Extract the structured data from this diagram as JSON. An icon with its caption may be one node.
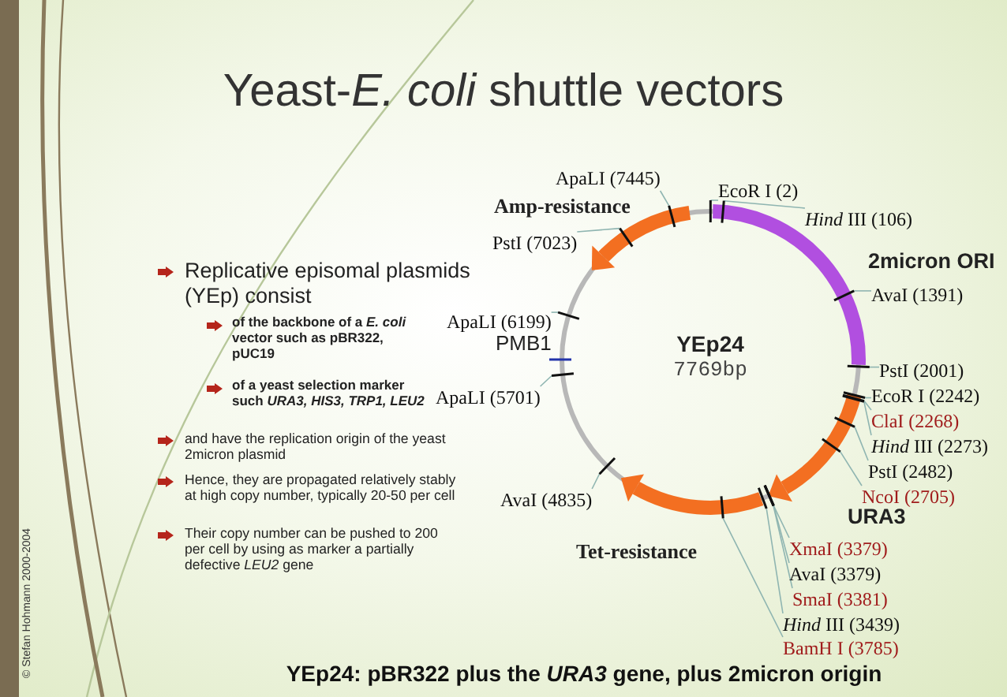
{
  "diagram": {
    "title": "Yeast-*E. coli* shuttle vectors",
    "caption": "YEp24: pBR322 plus the *URA3* gene, plus 2micron origin",
    "nodes": [
      {
        "text": [
          "YEp24",
          "7769bp"
        ]
      },
      {
        "text": [
          "ApaLI (7445)"
        ]
      },
      {
        "text": [
          "EcoR I (2)"
        ]
      },
      {
        "text": [
          "*Hind* III (106)"
        ]
      },
      {
        "text": [
          "PstI (7023)"
        ]
      },
      {
        "text": [
          "AvaI (1391)"
        ]
      },
      {
        "text": [
          "ApaLI (6199)"
        ]
      },
      {
        "text": [
          "PstI (2001)"
        ]
      },
      {
        "text": [
          "ApaLI (5701)"
        ]
      },
      {
        "text": [
          "EcoR I (2242)"
        ]
      },
      {
        "text": [
          "ClaI (2268)"
        ]
      },
      {
        "text": [
          "*Hind* III (2273)"
        ]
      },
      {
        "text": [
          "PstI (2482)"
        ]
      },
      {
        "text": [
          "NcoI (2705)"
        ]
      },
      {
        "text": [
          "AvaI (4835)"
        ]
      },
      {
        "text": [
          "XmaI (3379)"
        ]
      },
      {
        "text": [
          "AvaI (3379)"
        ]
      },
      {
        "text": [
          "SmaI (3381)"
        ]
      },
      {
        "text": [
          "*Hind* III (3439)"
        ]
      },
      {
        "text": [
          "BamH I (3785)"
        ]
      }
    ],
    "edges": [
      {
        "from": 1,
        "to": 0,
        "arrow": "none"
      },
      {
        "from": 2,
        "to": 0,
        "arrow": "none"
      },
      {
        "from": 3,
        "to": 0,
        "arrow": "none"
      },
      {
        "from": 4,
        "to": 0,
        "arrow": "none"
      },
      {
        "from": 5,
        "to": 0,
        "arrow": "none"
      },
      {
        "from": 6,
        "to": 0,
        "arrow": "none"
      },
      {
        "from": 7,
        "to": 0,
        "arrow": "none"
      },
      {
        "from": 8,
        "to": 0,
        "arrow": "none"
      },
      {
        "from": 9,
        "to": 0,
        "arrow": "none"
      },
      {
        "from": 10,
        "to": 0,
        "arrow": "none"
      },
      {
        "from": 11,
        "to": 0,
        "arrow": "none"
      },
      {
        "from": 12,
        "to": 0,
        "arrow": "none"
      },
      {
        "from": 13,
        "to": 0,
        "arrow": "none"
      },
      {
        "from": 14,
        "to": 0,
        "arrow": "none"
      },
      {
        "from": 15,
        "to": 0,
        "arrow": "none"
      },
      {
        "from": 16,
        "to": 0,
        "arrow": "none"
      },
      {
        "from": 17,
        "to": 0,
        "arrow": "none"
      },
      {
        "from": 18,
        "to": 0,
        "arrow": "none"
      },
      {
        "from": 19,
        "to": 0,
        "arrow": "none"
      }
    ],
    "labels": [
      "Replicative episomal plasmids (YEp) consist",
      "of the backbone of a *E. coli* vector such as pBR322, pUC19",
      "of a yeast selection marker such *URA3, HIS3, TRP1, LEU2*",
      "and have the replication origin of the yeast 2micron plasmid",
      "Hence, they are propagated relatively stably at high copy number, typically 20-50 per cell",
      "Their copy number can be pushed to 200 per cell by using as marker a partially defective *LEU2* gene",
      "Amp-resistance",
      "2micron ORI",
      "PMB1",
      "URA3",
      "Tet-resistance",
      "© Stefan Hohmann 2000-2004"
    ]
  }
}
